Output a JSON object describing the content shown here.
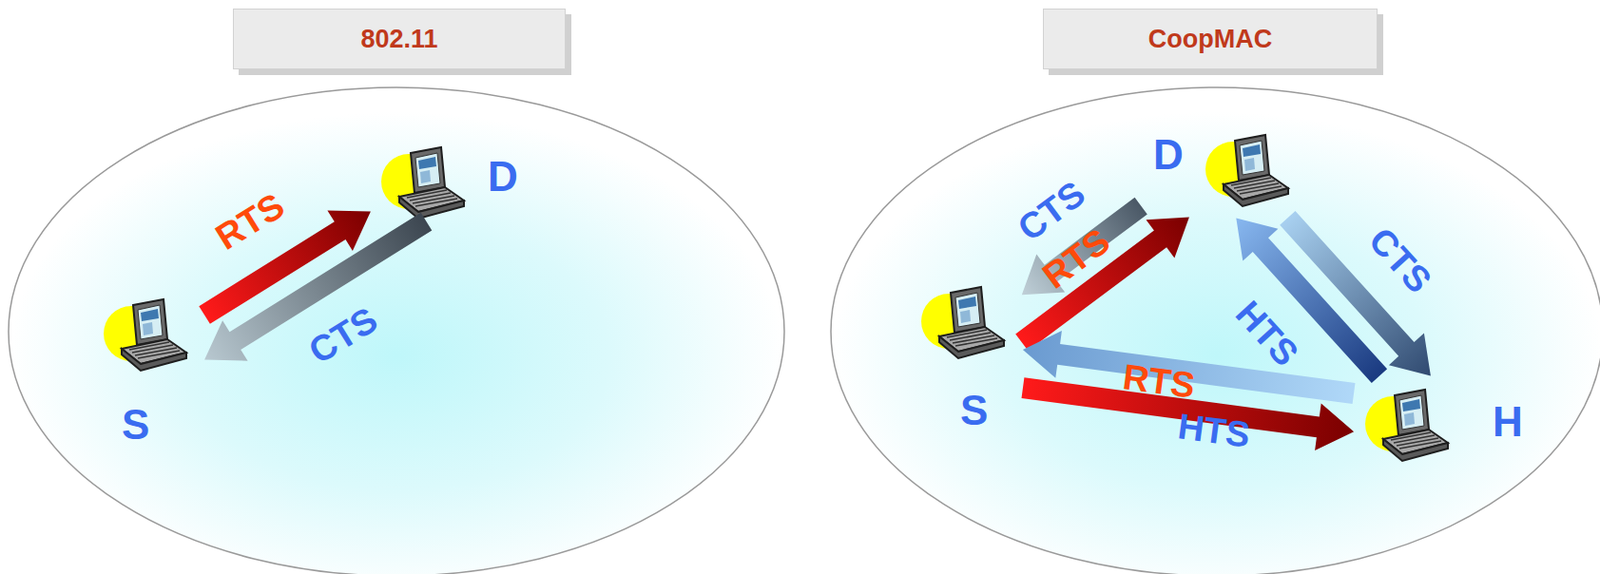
{
  "diagram": {
    "nodes": [
      {
        "text": [
          "802.11"
        ]
      },
      {
        "text": [
          "CoopMAC"
        ]
      },
      {
        "text": [
          "D"
        ]
      },
      {
        "text": [
          "S"
        ]
      },
      {
        "text": [
          "D"
        ]
      },
      {
        "text": [
          "S"
        ]
      },
      {
        "text": [
          "H"
        ]
      }
    ],
    "edges": [
      {
        "from": 3,
        "to": 2,
        "arrow": "to",
        "label": "RTS"
      },
      {
        "from": 2,
        "to": 3,
        "arrow": "to",
        "label": "CTS"
      },
      {
        "from": 5,
        "to": 4,
        "arrow": "to",
        "label": "RTS"
      },
      {
        "from": 4,
        "to": 5,
        "arrow": "to",
        "label": "CTS"
      },
      {
        "from": 6,
        "to": 4,
        "arrow": "to",
        "label": "HTS"
      },
      {
        "from": 4,
        "to": 6,
        "arrow": "to",
        "label": "CTS"
      },
      {
        "from": 5,
        "to": 6,
        "arrow": "to",
        "label": "RTS"
      },
      {
        "from": 6,
        "to": 5,
        "arrow": "to",
        "label": "HTS"
      }
    ]
  }
}
